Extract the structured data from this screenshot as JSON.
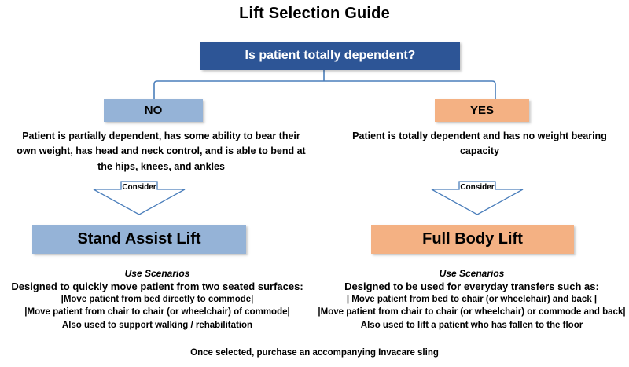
{
  "title": "Lift Selection Guide",
  "colors": {
    "root_box": "#2d5596",
    "blue_box": "#95b3d7",
    "orange_box": "#f4b183",
    "connector_line": "#4a7ebb",
    "background": "#ffffff",
    "text": "#000000"
  },
  "root": {
    "question": "Is patient totally dependent?"
  },
  "branches": [
    {
      "answer": "NO",
      "description": "Patient is partially dependent, has some ability to bear their own weight, has head and neck control, and is able to bend at the hips, knees, and ankles",
      "consider_label": "Consider",
      "recommendation": "Stand Assist Lift",
      "scenarios": {
        "heading": "Use Scenarios",
        "lead": "Designed to quickly move patient from two seated surfaces:",
        "items": [
          "|Move patient from bed directly to commode|",
          "|Move patient from chair to chair (or wheelchair) of commode|",
          "Also used to support walking / rehabilitation"
        ]
      }
    },
    {
      "answer": "YES",
      "description": "Patient is totally dependent and has no weight bearing capacity",
      "consider_label": "Consider",
      "recommendation": "Full Body Lift",
      "scenarios": {
        "heading": "Use Scenarios",
        "lead": "Designed to be used for everyday transfers such as:",
        "items": [
          "| Move patient from bed to chair (or wheelchair) and back |",
          "|Move patient from chair to chair (or wheelchair) or commode and back|",
          "Also used to lift a patient who has fallen to the floor"
        ]
      }
    }
  ],
  "footer": "Once selected, purchase an accompanying Invacare sling"
}
